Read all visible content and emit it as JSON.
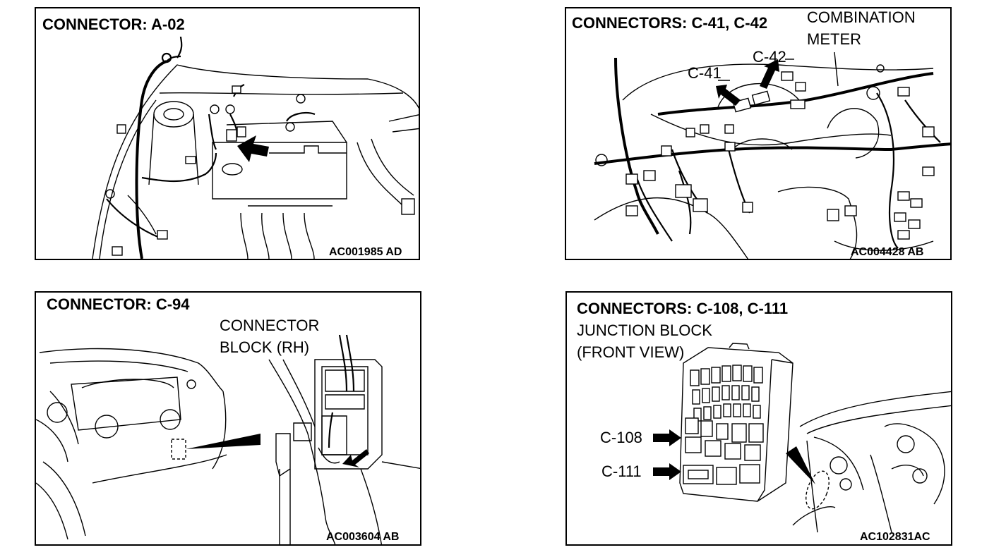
{
  "panels": [
    {
      "title": "CONNECTOR: A-02",
      "code": "AC001985 AD"
    },
    {
      "title": "CONNECTORS: C-41, C-42",
      "labels": {
        "combination": "COMBINATION",
        "meter": "METER",
        "c42": "C-42",
        "c41": "C-41"
      },
      "code": "AC004428 AB"
    },
    {
      "title": "CONNECTOR: C-94",
      "labels": {
        "connector": "CONNECTOR",
        "block": "BLOCK (RH)"
      },
      "code": "AC003604 AB"
    },
    {
      "title": "CONNECTORS: C-108, C-111",
      "labels": {
        "junction": "JUNCTION BLOCK",
        "front_view": "(FRONT VIEW)",
        "c108": "C-108",
        "c111": "C-111"
      },
      "code": "AC102831AC"
    }
  ]
}
